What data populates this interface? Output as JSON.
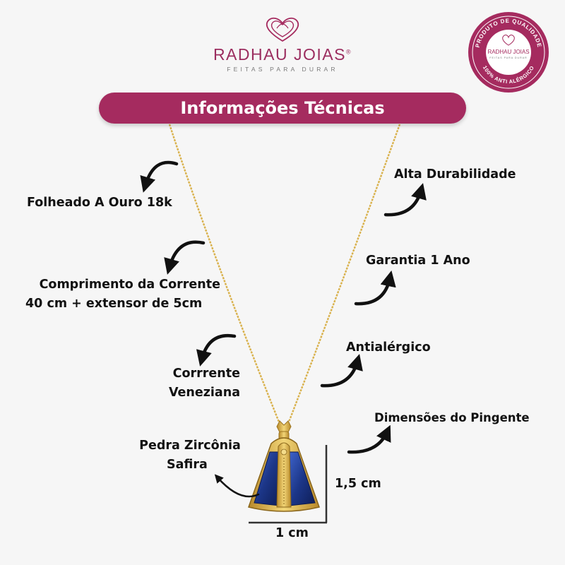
{
  "brand": {
    "name": "RADHAU JOIAS",
    "registered": "®",
    "tagline": "FEITAS PARA DURAR"
  },
  "seal": {
    "top_text": "PRODUTO DE QUALIDADE",
    "center_text": "RADHAU JOIAS",
    "center_sub": "FEITAS PARA DURAR",
    "bottom_text": "100% ANTI ALÉRGICO"
  },
  "title": "Informações Técnicas",
  "features_left": [
    {
      "lines": [
        "Folheado A Ouro 18k"
      ]
    },
    {
      "lines": [
        "Comprimento da Corrente",
        "40 cm + extensor de 5cm"
      ]
    },
    {
      "lines": [
        "Corrrente",
        "Veneziana"
      ]
    },
    {
      "lines": [
        "Pedra Zircônia",
        "Safira"
      ]
    }
  ],
  "features_right": [
    {
      "lines": [
        "Alta Durabilidade"
      ]
    },
    {
      "lines": [
        "Garantia 1 Ano"
      ]
    },
    {
      "lines": [
        "Antialérgico"
      ]
    },
    {
      "lines": [
        "Dimensões do Pingente"
      ]
    }
  ],
  "dimensions": {
    "height": "1,5 cm",
    "width": "1 cm"
  },
  "colors": {
    "brand": "#a52b5f",
    "gold": "#e2b94a",
    "stone": "#1f3f9e"
  },
  "icons": [
    "heart-logo-icon",
    "quality-seal-icon",
    "curved-arrow-icon"
  ]
}
